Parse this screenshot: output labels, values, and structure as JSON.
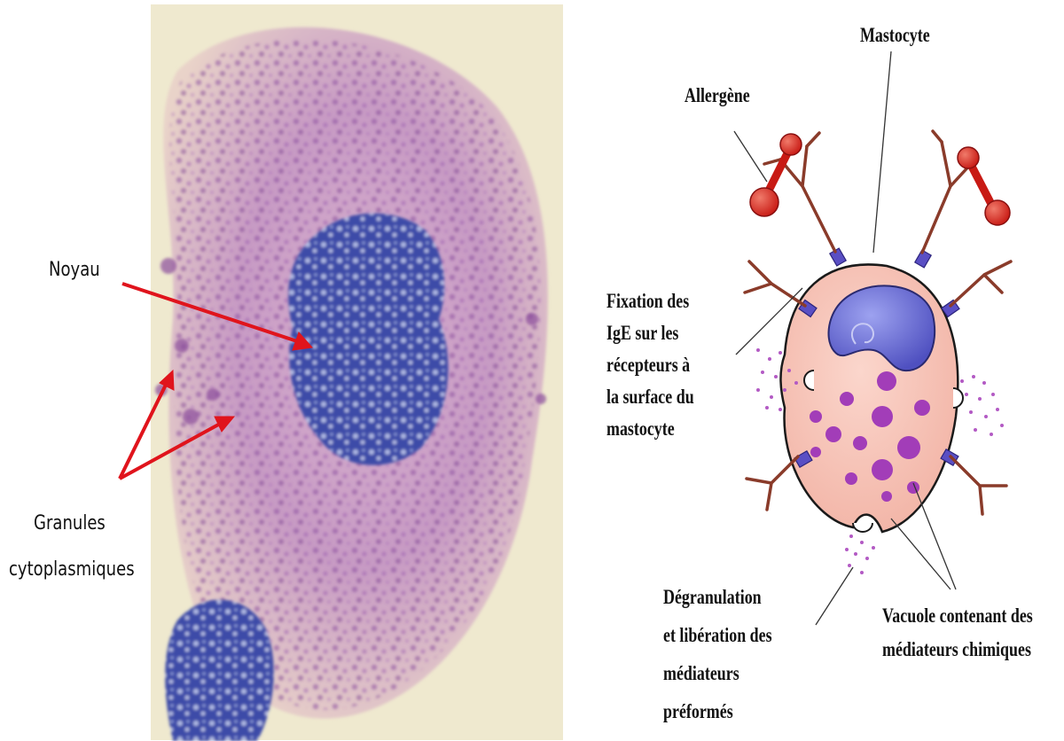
{
  "left_panel": {
    "labels": {
      "noyau": "Noyau",
      "granules_line1": "Granules",
      "granules_line2": "cytoplasmiques"
    },
    "colors": {
      "arrow": "#e0141c",
      "cytoplasm": "#c9a0c6",
      "nucleus": "#3a4aa0",
      "background": "#f2ecc8"
    }
  },
  "right_panel": {
    "labels": {
      "mastocyte": "Mastocyte",
      "allergene": "Allergène",
      "fixation": [
        "Fixation des",
        "IgE sur les",
        "récepteurs à",
        "la surface du",
        "mastocyte"
      ],
      "degranulation": [
        "Dégranulation",
        "et libération des",
        "médiateurs",
        "préformés"
      ],
      "vacuole": [
        "Vacuole contenant des",
        "médiateurs chimiques"
      ]
    },
    "colors": {
      "cell": "#f7c3b6",
      "nucleus": "#6a6ed8",
      "granule": "#a23db8",
      "antibody": "#8a3b2a",
      "allergen": "#d8261e",
      "receptor": "#5a4fc4"
    }
  }
}
